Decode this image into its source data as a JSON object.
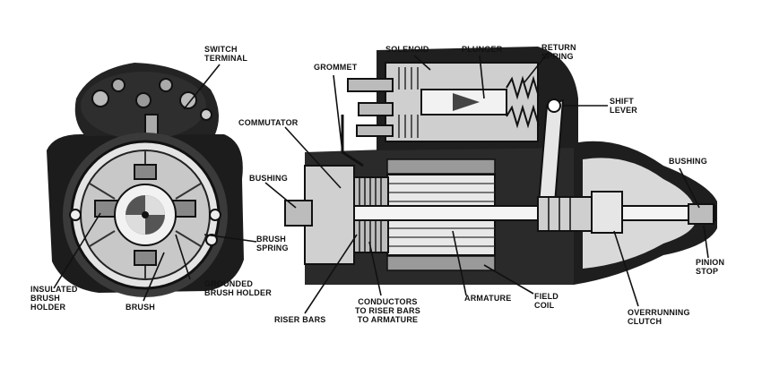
{
  "colors": {
    "ink": "#111111",
    "dark": "#2a2a2a",
    "mid": "#7d7d7d",
    "light": "#d6d6d6",
    "paper": "#ffffff"
  },
  "labels": {
    "switch_terminal": "SWITCH\nTERMINAL",
    "grommet": "GROMMET",
    "solenoid": "SOLENOID",
    "plunger": "PLUNGER",
    "return_spring": "RETURN\nSPRING",
    "shift_lever": "SHIFT\nLEVER",
    "commutator": "COMMUTATOR",
    "bushing_left": "BUSHING",
    "bushing_right": "BUSHING",
    "brush_spring": "BRUSH\nSPRING",
    "pinion_stop": "PINION\nSTOP",
    "insulated_brush_holder": "INSULATED\nBRUSH\nHOLDER",
    "grounded_brush_holder": "GROUNDED\nBRUSH HOLDER",
    "brush": "BRUSH",
    "riser_bars": "RISER BARS",
    "conductors": "CONDUCTORS\nTO RISER BARS\nTO ARMATURE",
    "armature": "ARMATURE",
    "field_coil": "FIELD\nCOIL",
    "overrunning_clutch": "OVERRUNNING\nCLUTCH"
  }
}
